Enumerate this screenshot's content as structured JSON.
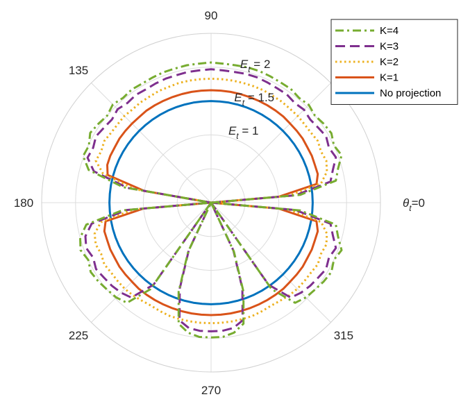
{
  "chart_data": {
    "type": "polar-line",
    "rlim": [
      0,
      2.5
    ],
    "rings": [
      {
        "value": 1,
        "prefix": "E",
        "sub": "t",
        "suffix": " = 1"
      },
      {
        "value": 1.5,
        "prefix": "E",
        "sub": "t",
        "suffix": " = 1.5"
      },
      {
        "value": 2,
        "prefix": "E",
        "sub": "t",
        "suffix": " = 2"
      }
    ],
    "angle_ticks": [
      {
        "deg": 0,
        "prefix": "θ",
        "sub": "t",
        "suffix": "=0"
      },
      {
        "deg": 45,
        "text": ""
      },
      {
        "deg": 90,
        "text": "90"
      },
      {
        "deg": 135,
        "text": "135"
      },
      {
        "deg": 180,
        "text": "180"
      },
      {
        "deg": 225,
        "text": "225"
      },
      {
        "deg": 270,
        "text": "270"
      },
      {
        "deg": 315,
        "text": "315"
      }
    ],
    "grid": true,
    "legend_position": "top-right",
    "angles_deg": [
      0,
      5,
      10,
      15,
      20,
      25,
      30,
      35,
      40,
      45,
      50,
      55,
      60,
      65,
      70,
      75,
      80,
      85,
      90,
      95,
      100,
      105,
      110,
      115,
      120,
      125,
      130,
      135,
      140,
      145,
      150,
      155,
      160,
      165,
      170,
      175,
      180,
      185,
      190,
      195,
      200,
      205,
      210,
      215,
      220,
      225,
      230,
      235,
      240,
      245,
      250,
      255,
      260,
      265,
      270,
      275,
      280,
      285,
      290,
      295,
      300,
      305,
      310,
      315,
      320,
      325,
      330,
      335,
      340,
      345,
      350,
      355
    ],
    "series": [
      {
        "name": "K=4",
        "color": "#77AC30",
        "dash": "dashdot",
        "r": [
          0,
          1.32,
          1.87,
          1.94,
          2.05,
          2.0,
          2.05,
          2.03,
          2.0,
          2.04,
          2.02,
          2.05,
          2.05,
          2.06,
          2.07,
          2.07,
          2.06,
          2.06,
          2.07,
          2.06,
          2.06,
          2.05,
          2.05,
          2.04,
          2.03,
          2.04,
          2.02,
          2.05,
          2.0,
          2.03,
          2.06,
          1.99,
          2.01,
          1.87,
          1.32,
          0,
          0,
          1.32,
          1.87,
          2.0,
          2.05,
          2.0,
          2.05,
          2.03,
          2.0,
          1.98,
          1.93,
          1.56,
          0.0,
          0.8,
          1.4,
          1.85,
          1.95,
          1.99,
          1.99,
          1.99,
          1.95,
          1.85,
          1.4,
          0.8,
          0.0,
          1.56,
          1.93,
          1.98,
          2.0,
          2.03,
          2.05,
          2.0,
          2.05,
          1.94,
          1.87,
          1.32
        ]
      },
      {
        "name": "K=3",
        "color": "#7E2F8E",
        "dash": "dash",
        "r": [
          0,
          1.25,
          1.79,
          1.86,
          1.96,
          1.92,
          1.96,
          1.93,
          1.91,
          1.94,
          1.92,
          1.95,
          1.95,
          1.96,
          1.97,
          1.97,
          1.96,
          1.96,
          1.97,
          1.96,
          1.96,
          1.95,
          1.95,
          1.94,
          1.93,
          1.94,
          1.92,
          1.95,
          1.91,
          1.93,
          1.96,
          1.92,
          1.94,
          1.79,
          1.25,
          0,
          0,
          1.25,
          1.79,
          1.92,
          1.96,
          1.92,
          1.96,
          1.93,
          1.91,
          1.88,
          1.83,
          1.48,
          0.0,
          0.78,
          1.35,
          1.8,
          1.88,
          1.9,
          1.9,
          1.9,
          1.88,
          1.8,
          1.35,
          0.78,
          0.0,
          1.48,
          1.83,
          1.88,
          1.91,
          1.93,
          1.96,
          1.92,
          1.96,
          1.86,
          1.79,
          1.25
        ]
      },
      {
        "name": "K=2",
        "color": "#EDB120",
        "dash": "dot",
        "r": [
          0,
          1.15,
          1.65,
          1.77,
          1.81,
          1.79,
          1.82,
          1.8,
          1.8,
          1.81,
          1.81,
          1.82,
          1.82,
          1.83,
          1.83,
          1.83,
          1.83,
          1.83,
          1.83,
          1.83,
          1.83,
          1.83,
          1.82,
          1.82,
          1.81,
          1.81,
          1.8,
          1.81,
          1.8,
          1.8,
          1.82,
          1.79,
          1.81,
          1.65,
          1.15,
          0,
          0,
          1.15,
          1.65,
          1.78,
          1.81,
          1.79,
          1.82,
          1.8,
          1.8,
          1.8,
          1.79,
          1.77,
          1.76,
          1.77,
          1.78,
          1.78,
          1.78,
          1.78,
          1.78,
          1.78,
          1.78,
          1.78,
          1.78,
          1.77,
          1.76,
          1.77,
          1.79,
          1.8,
          1.8,
          1.8,
          1.82,
          1.79,
          1.81,
          1.77,
          1.65,
          1.15
        ]
      },
      {
        "name": "K=1",
        "color": "#D95319",
        "dash": "solid",
        "r": [
          0,
          1.0,
          1.58,
          1.63,
          1.63,
          1.64,
          1.64,
          1.65,
          1.65,
          1.65,
          1.66,
          1.66,
          1.66,
          1.66,
          1.66,
          1.66,
          1.66,
          1.66,
          1.66,
          1.66,
          1.66,
          1.66,
          1.66,
          1.66,
          1.66,
          1.66,
          1.65,
          1.65,
          1.65,
          1.65,
          1.64,
          1.64,
          1.63,
          1.58,
          1.0,
          0,
          0,
          1.0,
          1.58,
          1.63,
          1.63,
          1.64,
          1.64,
          1.65,
          1.65,
          1.65,
          1.66,
          1.66,
          1.66,
          1.66,
          1.66,
          1.66,
          1.66,
          1.66,
          1.66,
          1.66,
          1.66,
          1.66,
          1.66,
          1.66,
          1.66,
          1.66,
          1.66,
          1.65,
          1.65,
          1.65,
          1.64,
          1.64,
          1.63,
          1.63,
          1.58,
          1.0
        ]
      },
      {
        "name": "No projection",
        "color": "#0072BD",
        "dash": "solid",
        "r": [
          1.5,
          1.5,
          1.5,
          1.5,
          1.5,
          1.5,
          1.5,
          1.5,
          1.5,
          1.5,
          1.5,
          1.5,
          1.5,
          1.5,
          1.5,
          1.5,
          1.5,
          1.5,
          1.5,
          1.5,
          1.5,
          1.5,
          1.5,
          1.5,
          1.5,
          1.5,
          1.5,
          1.5,
          1.5,
          1.5,
          1.5,
          1.5,
          1.5,
          1.5,
          1.5,
          1.5,
          1.5,
          1.5,
          1.5,
          1.5,
          1.5,
          1.5,
          1.5,
          1.5,
          1.5,
          1.5,
          1.5,
          1.5,
          1.5,
          1.5,
          1.5,
          1.5,
          1.5,
          1.5,
          1.5,
          1.5,
          1.5,
          1.5,
          1.5,
          1.5,
          1.5,
          1.5,
          1.5,
          1.5,
          1.5,
          1.5,
          1.5,
          1.5,
          1.5,
          1.5,
          1.5,
          1.5
        ]
      }
    ]
  }
}
